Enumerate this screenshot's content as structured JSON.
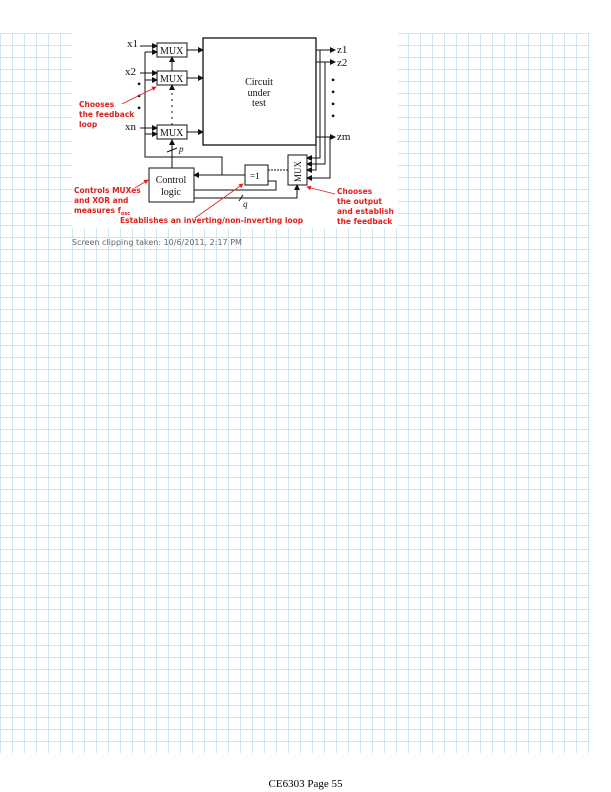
{
  "diagram": {
    "inputs": [
      "x1",
      "x2",
      "xn"
    ],
    "mux_label": "MUX",
    "cut_label": [
      "Circuit",
      "under",
      "test"
    ],
    "outputs": [
      "z1",
      "z2",
      "zm"
    ],
    "control_label": [
      "Control",
      "logic"
    ],
    "xor_label": "=1",
    "bus_p": "p",
    "bus_q": "q",
    "annotations": {
      "feedback": [
        "Chooses",
        "the feedback",
        "loop"
      ],
      "control": [
        "Controls MUXes",
        "and XOR and",
        "measures f"
      ],
      "control_sub": "osc",
      "xor": "Establishes an inverting/non-inverting loop",
      "output_mux": [
        "Chooses",
        "the output",
        "and establish",
        "the feedback"
      ]
    },
    "annotation_color": "#e0201b"
  },
  "caption": "Screen clipping taken: 10/6/2011, 2:17 PM",
  "footer": "CE6303 Page 55"
}
